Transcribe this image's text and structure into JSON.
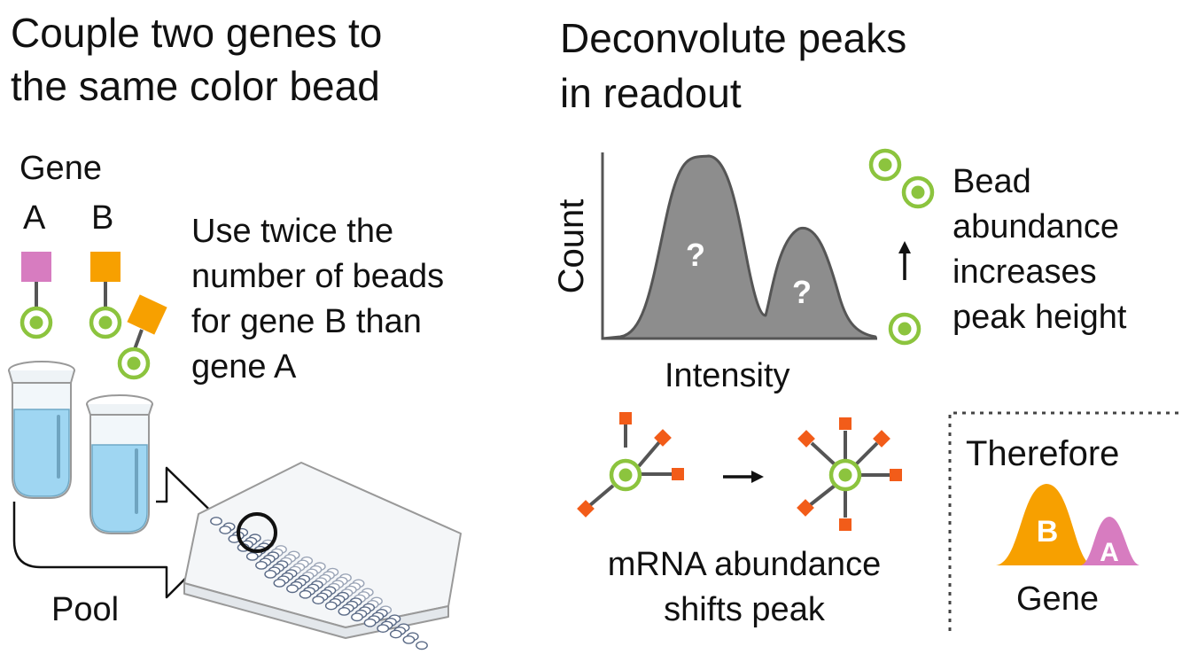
{
  "left_panel": {
    "title_line1": "Couple two genes to",
    "title_line2": "the same color bead",
    "gene_label": "Gene",
    "gene_a": "A",
    "gene_b": "B",
    "instruction_line1": "Use twice the",
    "instruction_line2": "number of beads",
    "instruction_line3": "for gene B than",
    "instruction_line4": "gene A",
    "pool_label": "Pool"
  },
  "right_panel": {
    "title_line1": "Deconvolute peaks",
    "title_line2": "in readout",
    "y_axis_label": "Count",
    "x_axis_label": "Intensity",
    "peak_unknown_1": "?",
    "peak_unknown_2": "?",
    "bead_note_line1": "Bead",
    "bead_note_line2": "abundance",
    "bead_note_line3": "increases",
    "bead_note_line4": "peak height",
    "mrna_note_line1": "mRNA abundance",
    "mrna_note_line2": "shifts peak",
    "therefore_label": "Therefore",
    "result_b": "B",
    "result_a": "A",
    "result_axis_label": "Gene"
  },
  "colors": {
    "gene_a_square": "#d77cc0",
    "gene_b_square": "#f7a000",
    "bead_ring": "#8cc43e",
    "mrna_marker": "#f25c19",
    "peak_fill": "#8d8d8d",
    "tube_liquid": "#9fd6f2",
    "result_b_fill": "#f7a000",
    "result_a_fill": "#d77cc0"
  }
}
